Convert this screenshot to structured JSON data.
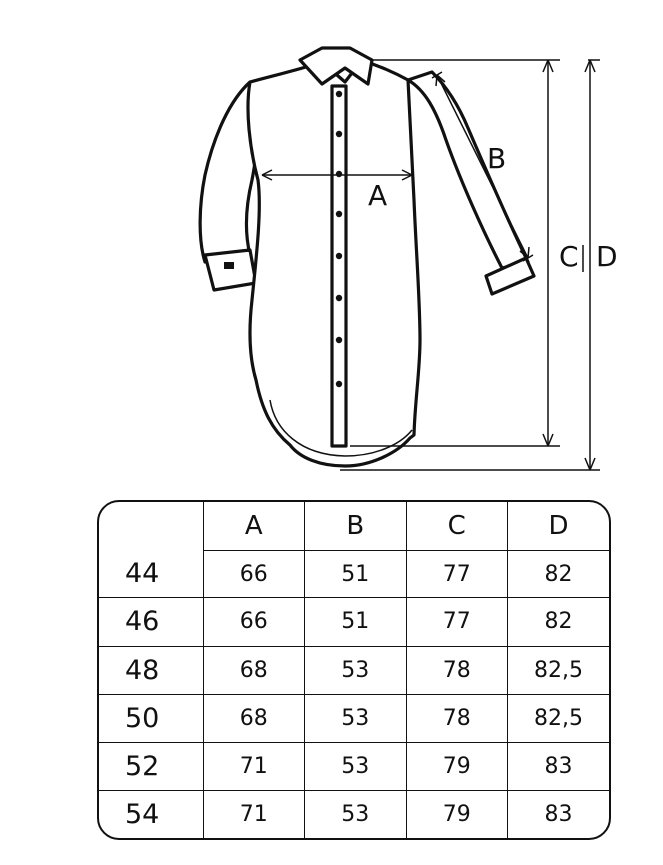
{
  "diagram": {
    "labels": {
      "a": "A",
      "b": "B",
      "c": "C",
      "d": "D"
    }
  },
  "size_table": {
    "columns": [
      "",
      "A",
      "B",
      "C",
      "D"
    ],
    "rows": [
      {
        "size": "44",
        "a": "66",
        "b": "51",
        "c": "77",
        "d": "82"
      },
      {
        "size": "46",
        "a": "66",
        "b": "51",
        "c": "77",
        "d": "82"
      },
      {
        "size": "48",
        "a": "68",
        "b": "53",
        "c": "78",
        "d": "82,5"
      },
      {
        "size": "50",
        "a": "68",
        "b": "53",
        "c": "78",
        "d": "82,5"
      },
      {
        "size": "52",
        "a": "71",
        "b": "53",
        "c": "79",
        "d": "83"
      },
      {
        "size": "54",
        "a": "71",
        "b": "53",
        "c": "79",
        "d": "83"
      }
    ]
  }
}
